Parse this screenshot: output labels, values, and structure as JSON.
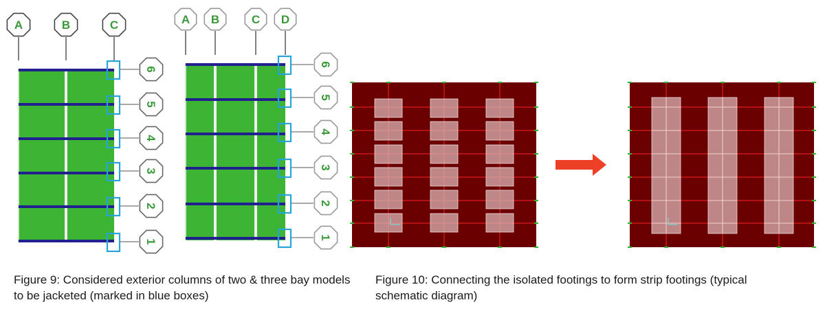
{
  "figure9": {
    "caption": "Figure 9: Considered exterior columns of two & three bay models to be jacketed (marked in blue boxes)",
    "model_two_bay": {
      "grid_labels": [
        "A",
        "B",
        "C"
      ],
      "floor_labels": [
        "6",
        "5",
        "4",
        "3",
        "2",
        "1"
      ]
    },
    "model_three_bay": {
      "grid_labels": [
        "A",
        "B",
        "C",
        "D"
      ],
      "floor_labels": [
        "6",
        "5",
        "4",
        "3",
        "2",
        "1"
      ]
    }
  },
  "figure10": {
    "caption": "Figure 10: Connecting the isolated footings to form strip footings (typical schematic diagram)",
    "isolated_footings": {
      "columns": 3,
      "rows": 6
    },
    "strip_footings": {
      "count": 3
    },
    "arrow": "right-arrow-icon"
  },
  "colors": {
    "frame_fill": "#3db534",
    "beam": "#20208f",
    "jacket_box": "#27a4d8",
    "plan_fill": "#6b0000",
    "plan_grid": "#e01c1c",
    "footing": "#d9b3b3",
    "arrow": "#ee4026",
    "label_text": "#3a9a3a"
  }
}
